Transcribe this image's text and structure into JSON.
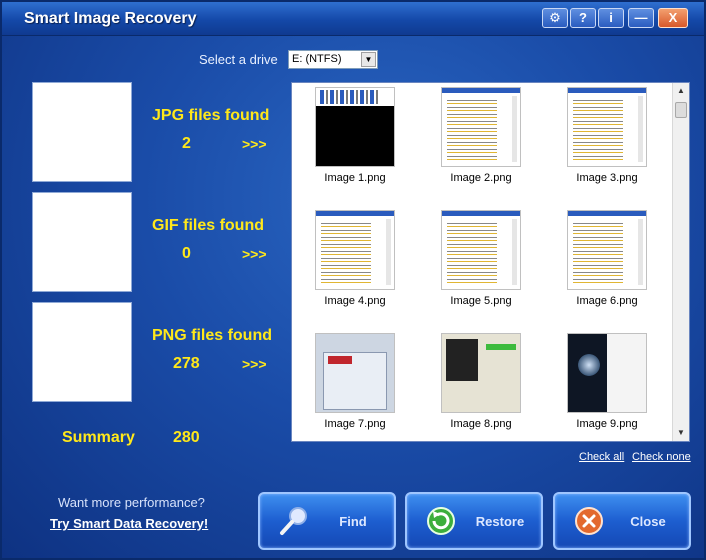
{
  "window": {
    "title": "Smart Image Recovery"
  },
  "titlebar_buttons": {
    "settings": "⚙",
    "help": "?",
    "info": "i",
    "minimize": "—",
    "close": "X"
  },
  "drive": {
    "label": "Select a drive",
    "value": "E: (NTFS)"
  },
  "counts": [
    {
      "label": "JPG files found",
      "value": "2",
      "more": ">>>"
    },
    {
      "label": "GIF files found",
      "value": "0",
      "more": ">>>"
    },
    {
      "label": "PNG files found",
      "value": "278",
      "more": ">>>"
    }
  ],
  "summary": {
    "label": "Summary",
    "value": "280"
  },
  "gallery": {
    "items": [
      {
        "name": "Image 1.png",
        "thumb": "black"
      },
      {
        "name": "Image 2.png",
        "thumb": "tree"
      },
      {
        "name": "Image 3.png",
        "thumb": "tree"
      },
      {
        "name": "Image 4.png",
        "thumb": "tree"
      },
      {
        "name": "Image 5.png",
        "thumb": "tree"
      },
      {
        "name": "Image 6.png",
        "thumb": "tree"
      },
      {
        "name": "Image 7.png",
        "thumb": "web"
      },
      {
        "name": "Image 8.png",
        "thumb": "app"
      },
      {
        "name": "Image 9.png",
        "thumb": "dark"
      }
    ]
  },
  "links": {
    "check_all": "Check all",
    "check_none": "Check none"
  },
  "promo": {
    "text": "Want more performance?",
    "link": "Try Smart Data Recovery!"
  },
  "buttons": {
    "find": "Find",
    "restore": "Restore",
    "close": "Close"
  },
  "colors": {
    "accent_text": "#ffe81a",
    "window_blue": "#1a4ca8",
    "button_blue": "#1d5ed0"
  }
}
